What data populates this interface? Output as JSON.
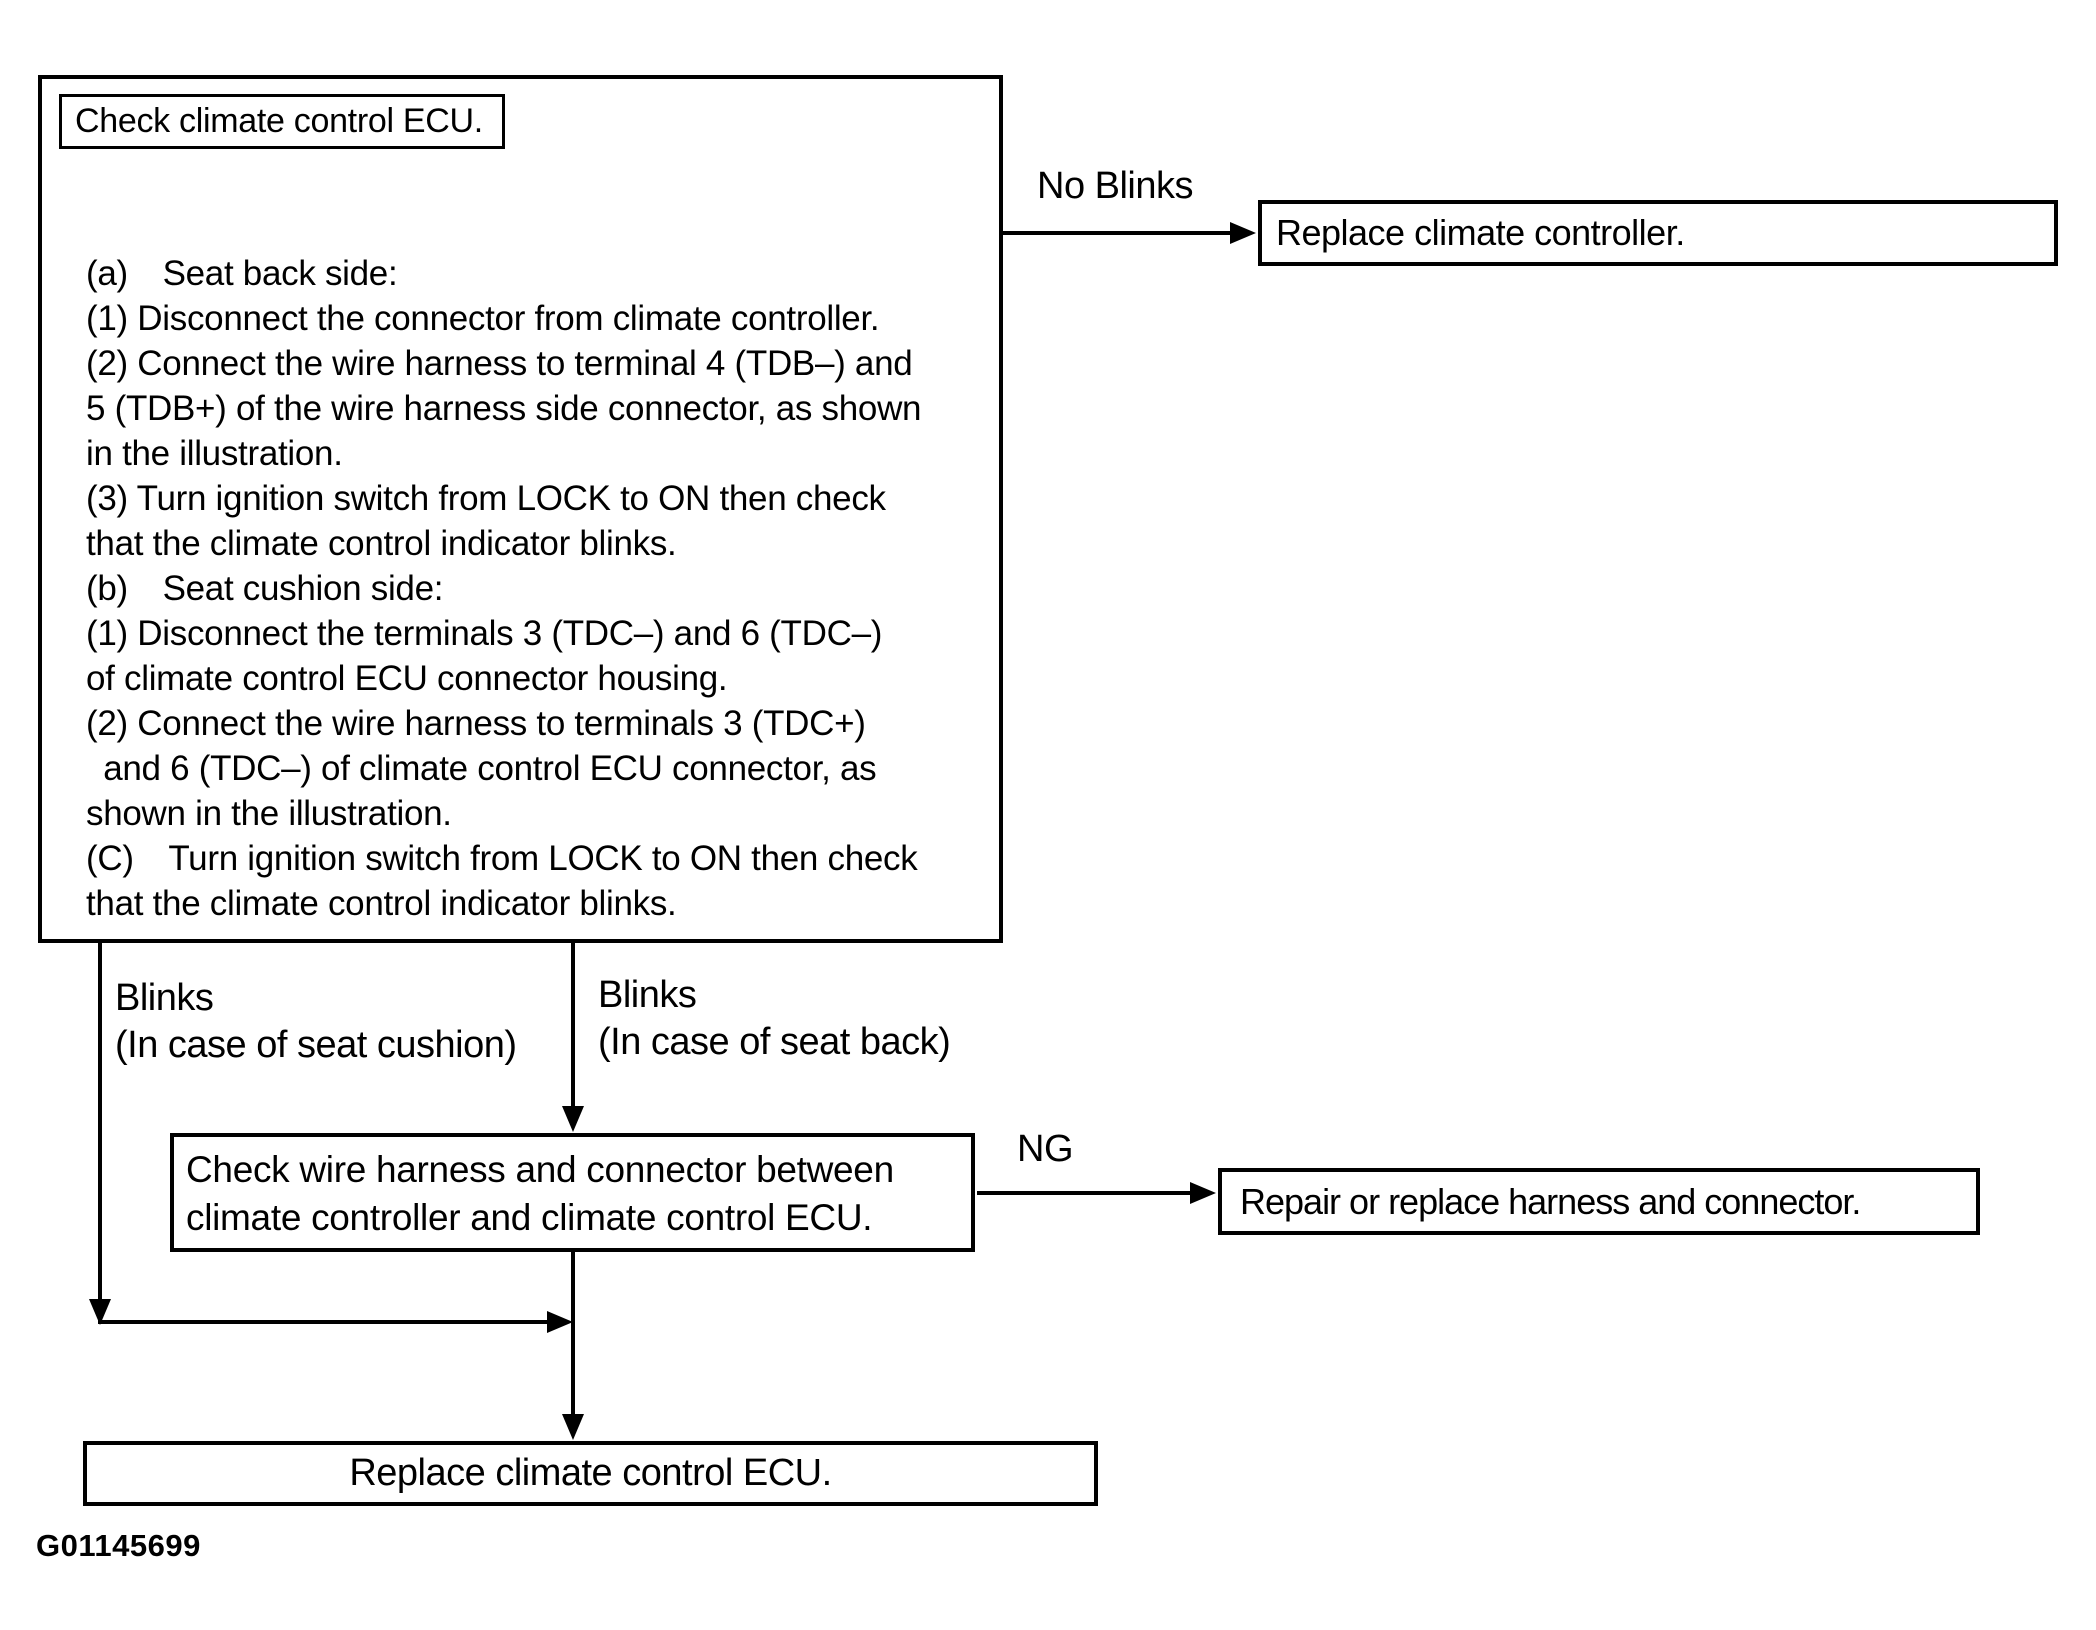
{
  "diagram": {
    "figure_id": "G01145699",
    "start_box": {
      "title": "Check climate control ECU.",
      "body": "(a) Seat back side:\n(1) Disconnect the connector from climate controller.\n(2) Connect the wire harness to terminal 4 (TDB–) and\n5 (TDB+) of the wire harness side connector, as shown\nin the illustration.\n(3) Turn ignition switch from LOCK to ON then check\nthat the climate control indicator blinks.\n(b) Seat cushion side:\n(1) Disconnect the terminals 3 (TDC–) and 6 (TDC–)\nof climate control ECU connector housing.\n(2) Connect the wire harness to terminals 3 (TDC+)\n and 6 (TDC–) of climate control ECU connector, as\nshown in the illustration.\n(C) Turn ignition switch from LOCK to ON then check\nthat the climate control indicator blinks."
    },
    "labels": {
      "no_blinks": "No Blinks",
      "blinks_cushion": "Blinks\n(In case of seat cushion)",
      "blinks_back": "Blinks\n(In case of seat back)",
      "ng": "NG"
    },
    "boxes": {
      "replace_controller": "Replace climate controller.",
      "check_harness": "Check wire harness and connector between\nclimate controller and climate control ECU.",
      "repair_harness": "Repair or replace harness and connector.",
      "replace_ecu": "Replace climate control ECU."
    },
    "colors": {
      "ink": "#000000",
      "paper": "#ffffff"
    }
  }
}
